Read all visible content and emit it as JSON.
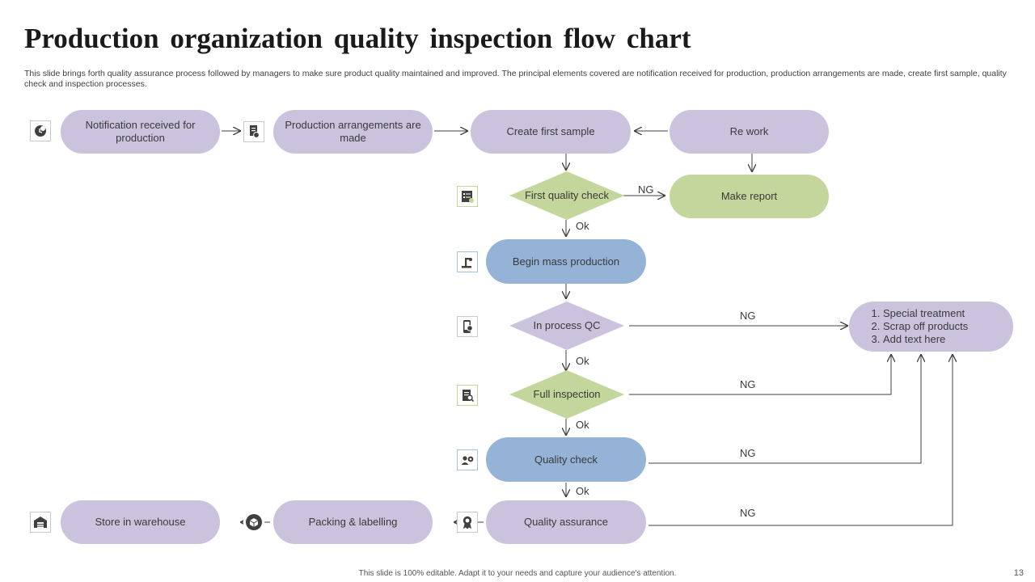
{
  "slide": {
    "title": "Production organization quality inspection flow chart",
    "subtitle": "This slide brings forth quality assurance process followed by managers to make sure product quality maintained and improved. The principal elements covered are notification received for production, production arrangements are made, create first sample, quality check and inspection processes.",
    "footer": "This slide is 100% editable. Adapt it to your needs and capture your audience's attention.",
    "page_number": "13"
  },
  "colors": {
    "lavender": "#cbc3dd",
    "blue": "#94b3d7",
    "green": "#c3d69b",
    "connector": "#404040"
  },
  "nodes": {
    "notification": {
      "label": "Notification received for production",
      "icon": "clock-refresh-icon"
    },
    "arrangements": {
      "label": "Production arrangements are made",
      "icon": "document-gear-icon"
    },
    "first_sample": {
      "label": "Create first sample"
    },
    "rework": {
      "label": "Re work"
    },
    "first_check": {
      "label": "First quality check",
      "icon": "checklist-icon"
    },
    "make_report": {
      "label": "Make report"
    },
    "mass_production": {
      "label": "Begin mass production",
      "icon": "robotic-arm-icon"
    },
    "in_process_qc": {
      "label": "In process QC",
      "icon": "phone-check-icon"
    },
    "full_inspection": {
      "label": "Full inspection",
      "icon": "clipboard-search-icon"
    },
    "quality_check": {
      "label": "Quality check",
      "icon": "person-gear-icon"
    },
    "quality_assurance": {
      "label": "Quality assurance",
      "icon": "award-badge-icon"
    },
    "packing": {
      "label": "Packing & labelling",
      "icon": "package-box-icon"
    },
    "store": {
      "label": "Store in warehouse",
      "icon": "warehouse-icon"
    },
    "ng_outcomes": {
      "items": [
        "Special treatment",
        "Scrap off products",
        "Add text here"
      ]
    }
  },
  "edge_labels": {
    "ng": "NG",
    "ok": "Ok"
  }
}
